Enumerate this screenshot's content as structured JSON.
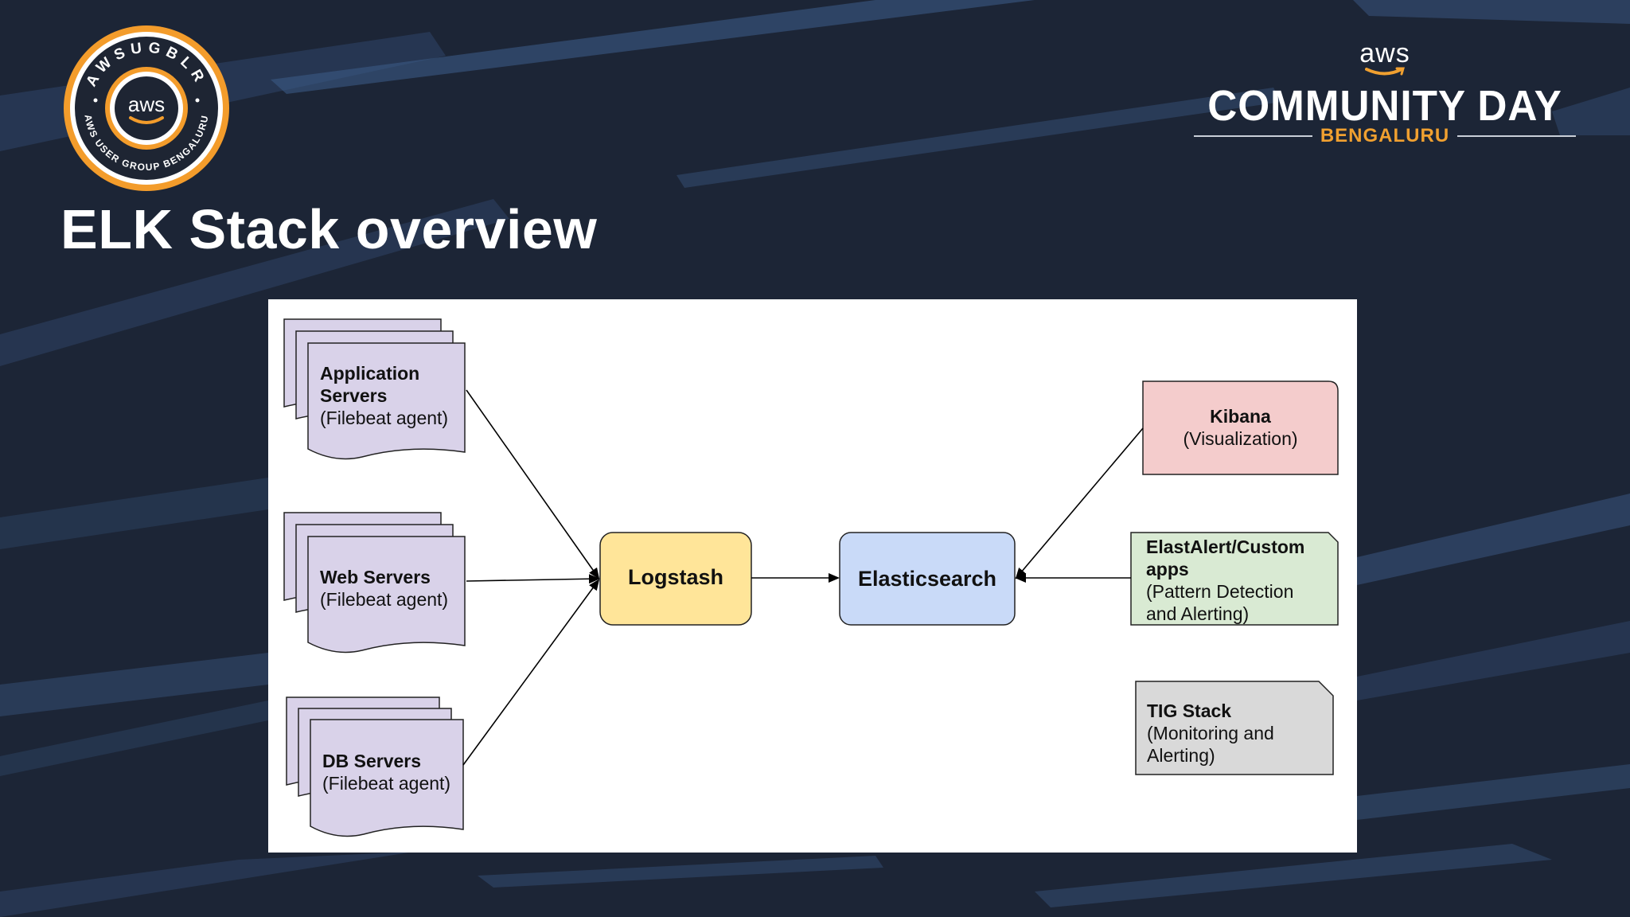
{
  "slide": {
    "title": "ELK Stack overview"
  },
  "logo_badge": {
    "ring_text_top": "AWSUGBLR",
    "ring_text_bottom": "AWS USER GROUP BENGALURU",
    "center_text": "aws"
  },
  "brand": {
    "aws": "aws",
    "event": "COMMUNITY DAY",
    "city": "BENGALURU"
  },
  "diagram": {
    "sources": [
      {
        "name": "Application Servers",
        "name_line1": "Application",
        "name_line2": "Servers",
        "detail": "(Filebeat agent)"
      },
      {
        "name": "Web Servers",
        "detail": "(Filebeat agent)"
      },
      {
        "name": "DB Servers",
        "detail": "(Filebeat agent)"
      }
    ],
    "logstash": {
      "label": "Logstash"
    },
    "elasticsearch": {
      "label": "Elasticsearch"
    },
    "consumers": [
      {
        "name": "Kibana",
        "detail": "(Visualization)"
      },
      {
        "name": "ElastAlert/Custom apps",
        "name_line1": "ElastAlert/Custom",
        "name_line2": "apps",
        "detail": "(Pattern Detection and Alerting)",
        "detail_line1": "(Pattern Detection",
        "detail_line2": "and Alerting)"
      },
      {
        "name": "TIG Stack",
        "detail": "(Monitoring and Alerting)",
        "detail_line1": "(Monitoring and",
        "detail_line2": "Alerting)"
      }
    ],
    "colors": {
      "source_fill": "#d9d2e9",
      "logstash_fill": "#ffe599",
      "elasticsearch_fill": "#c9daf8",
      "kibana_fill": "#f4cccc",
      "elastalert_fill": "#d9ead3",
      "tig_fill": "#d9d9d9"
    }
  },
  "colors": {
    "background": "#1c2536",
    "badge_orange": "#f39c2b",
    "accent_orange": "#f0a030"
  }
}
